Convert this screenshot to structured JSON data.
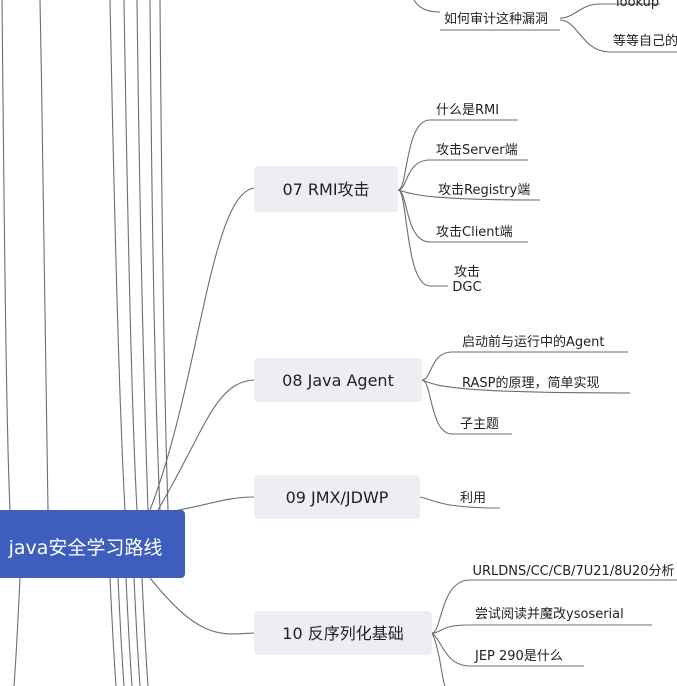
{
  "root": {
    "label": "java安全学习路线"
  },
  "top_partial": {
    "label": "如何审计这种漏洞",
    "children": [
      "lookup",
      "等等自己的"
    ]
  },
  "topics": [
    {
      "id": "rmi",
      "label": "07 RMI攻击",
      "children": [
        "什么是RMI",
        "攻击Server端",
        "攻击Registry端",
        "攻击Client端",
        "攻击DGC"
      ]
    },
    {
      "id": "agent",
      "label": "08 Java Agent",
      "children": [
        "启动前与运行中的Agent",
        "RASP的原理，简单实现",
        "子主题"
      ]
    },
    {
      "id": "jmx",
      "label": "09 JMX/JDWP",
      "children": [
        "利用"
      ]
    },
    {
      "id": "deser",
      "label": "10 反序列化基础",
      "children": [
        "URLDNS/CC/CB/7U21/8U20分析",
        "尝试阅读并魔改ysoserial",
        "JEP 290是什么"
      ]
    }
  ],
  "colors": {
    "root": "#3f5dbd",
    "topic_bg": "#eceef3",
    "line": "#6d6d6d"
  }
}
